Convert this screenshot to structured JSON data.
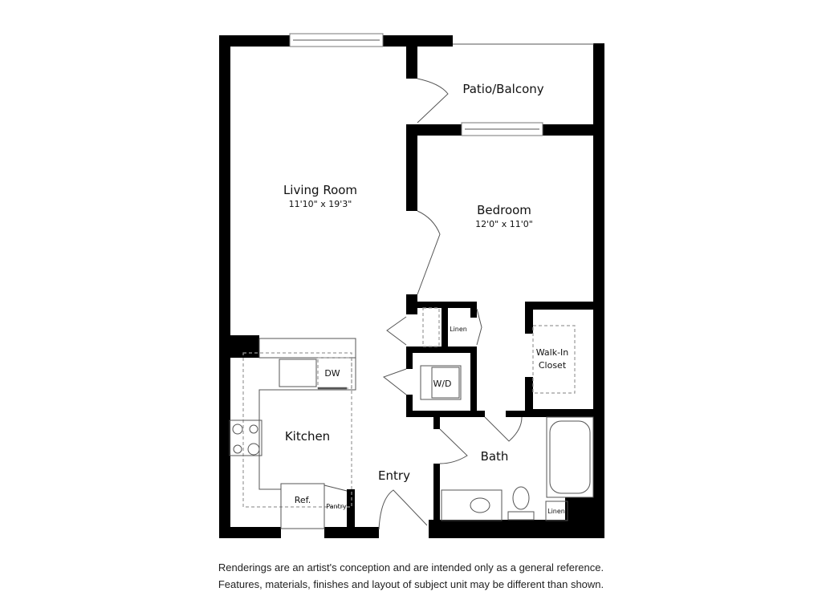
{
  "floorplan": {
    "rooms": {
      "living_room": {
        "name": "Living Room",
        "dimensions": "11'10\" x 19'3\""
      },
      "bedroom": {
        "name": "Bedroom",
        "dimensions": "12'0\" x 11'0\""
      },
      "patio": {
        "name": "Patio/Balcony"
      },
      "kitchen": {
        "name": "Kitchen"
      },
      "entry": {
        "name": "Entry"
      },
      "bath": {
        "name": "Bath"
      },
      "walk_in_closet": {
        "name_line1": "Walk-In",
        "name_line2": "Closet"
      }
    },
    "fixtures": {
      "linen_hall": "Linen",
      "linen_bath": "Linen",
      "washer_dryer": "W/D",
      "dishwasher": "DW",
      "refrigerator": "Ref.",
      "pantry": "Pantry"
    },
    "colors": {
      "wall": "#000000",
      "line": "#555555",
      "dashed": "#9a9a9a",
      "background": "#ffffff"
    }
  },
  "disclaimer": {
    "line1": "Renderings are an artist's conception and are intended only as a general reference.",
    "line2": "Features, materials, finishes and layout of subject unit may be different than shown."
  }
}
